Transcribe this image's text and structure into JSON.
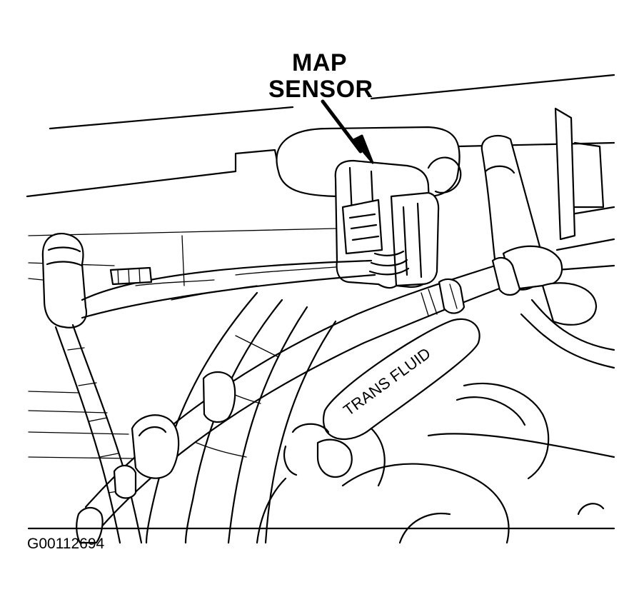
{
  "labels": {
    "callout_line1": "MAP",
    "callout_line2": "SENSOR",
    "hose_label": "TRANS FLUID",
    "figure_id": "G00112694"
  },
  "colors": {
    "ink": "#000000",
    "paper": "#ffffff"
  }
}
